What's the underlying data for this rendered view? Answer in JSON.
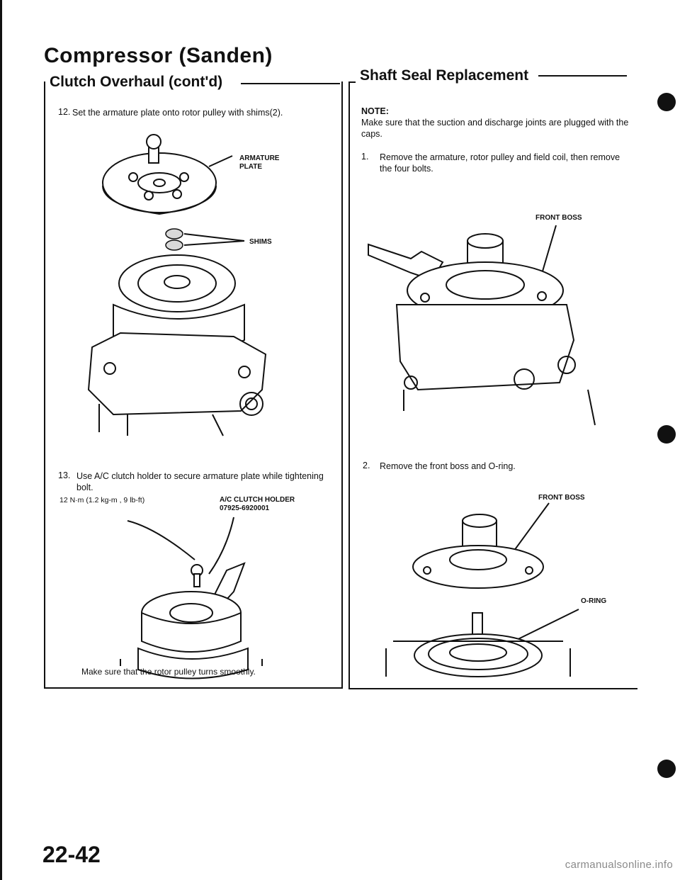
{
  "page": {
    "title": "Compressor (Sanden)",
    "page_number": "22-42",
    "watermark": "carmanualsonline.info"
  },
  "left_section": {
    "heading": "Clutch Overhaul (cont'd)",
    "step12": {
      "number": "12.",
      "text": "Set the armature plate onto rotor pulley with shims(2)."
    },
    "fig1_labels": {
      "armature_plate": "ARMATURE\nPLATE",
      "shims": "SHIMS"
    },
    "step13": {
      "number": "13.",
      "text": "Use A/C clutch holder to secure armature plate while tightening bolt."
    },
    "torque_spec": "12 N·m (1.2 kg-m , 9 lb-ft)",
    "tool_label": "A/C CLUTCH HOLDER\n07925-6920001",
    "footer_note": "Make sure that the rotor pulley turns smoothly."
  },
  "right_section": {
    "heading": "Shaft Seal Replacement",
    "note_label": "NOTE:",
    "note_text": "Make sure that the suction and discharge joints are plugged with the caps.",
    "step1": {
      "number": "1.",
      "text": "Remove the armature, rotor pulley and field coil, then remove the four bolts."
    },
    "fig3_label": "FRONT BOSS",
    "step2": {
      "number": "2.",
      "text": "Remove the front boss and O-ring."
    },
    "fig4_labels": {
      "front_boss": "FRONT BOSS",
      "o_ring": "O-RING"
    }
  }
}
